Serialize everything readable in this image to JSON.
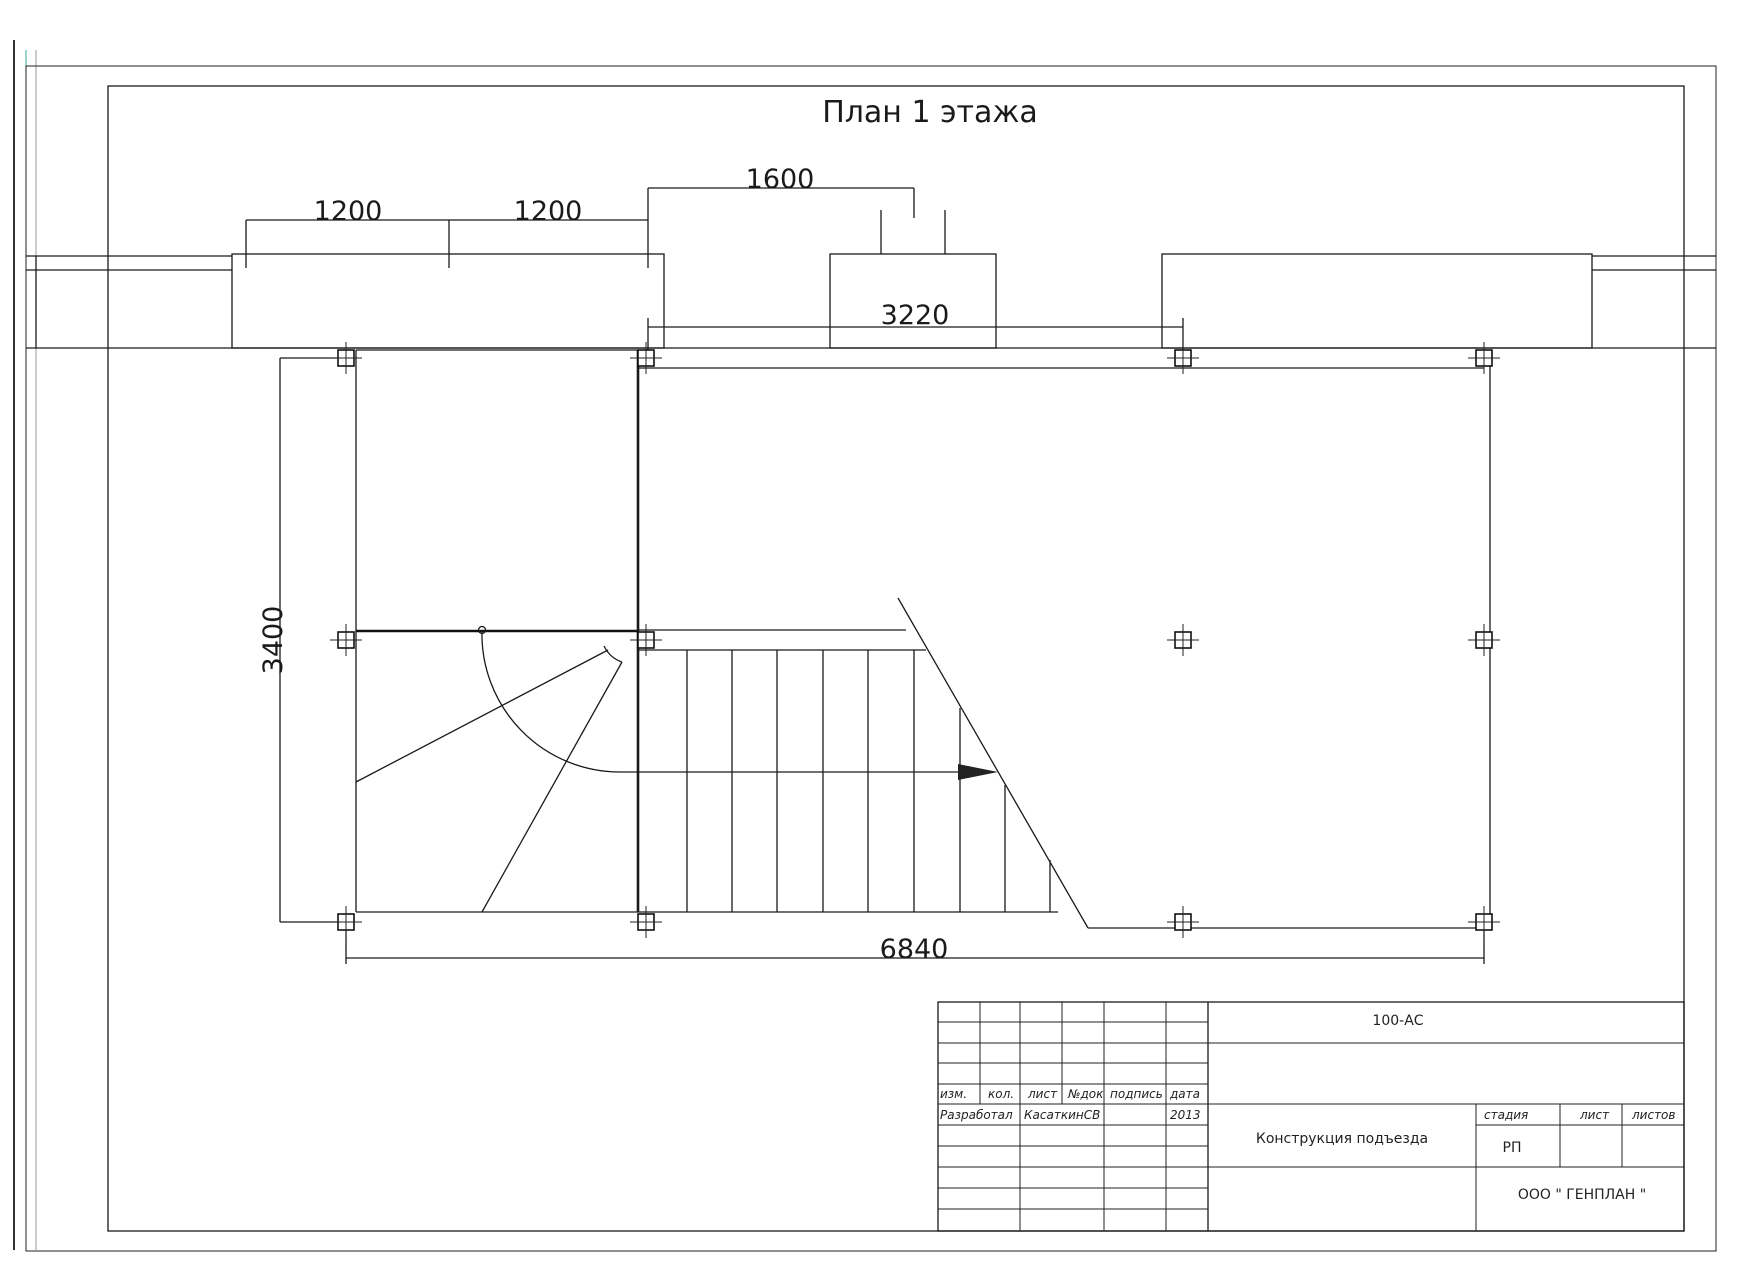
{
  "title": "План 1 этажа",
  "dimensions": {
    "d1200_left": "1200",
    "d1200_right": "1200",
    "d1600": "1600",
    "d3220": "3220",
    "d3400": "3400",
    "d6840": "6840"
  },
  "title_block": {
    "code": "100-АС",
    "headers": {
      "izm": "изм.",
      "kol": "кол.",
      "list": "лист",
      "ndok": "№док",
      "podpis": "подпись",
      "data": "дата"
    },
    "role": "Разработал",
    "author": "КасаткинСВ",
    "year": "2013",
    "project_name": "Конструкция подъезда",
    "stage_label": "стадия",
    "sheet_label": "лист",
    "sheets_label": "листов",
    "stage_value": "РП",
    "company": "ООО \" ГЕНПЛАН \""
  }
}
